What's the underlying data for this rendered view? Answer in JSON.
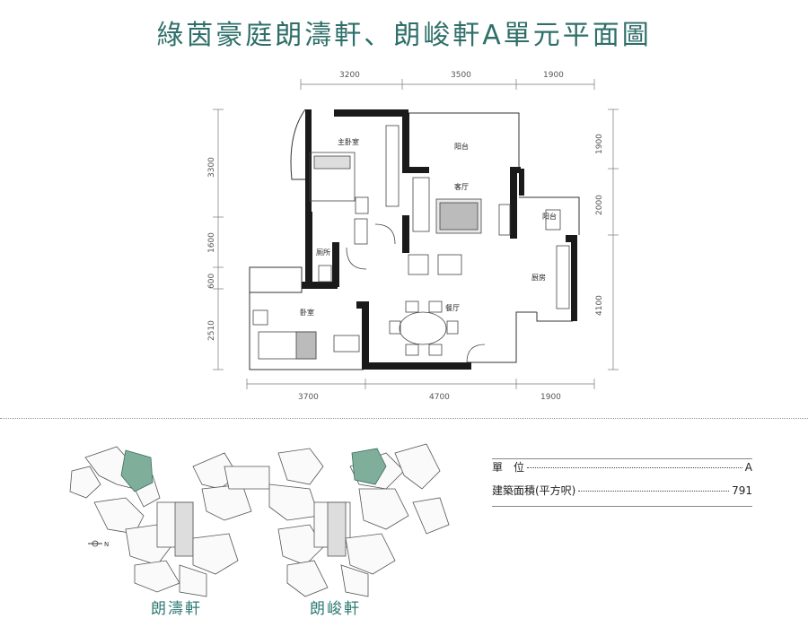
{
  "title": "綠茵豪庭朗濤軒、朗峻軒A單元平面圖",
  "dimensions": {
    "top": [
      "3200",
      "3500",
      "1900"
    ],
    "bottom": [
      "3700",
      "4700",
      "1900"
    ],
    "left": [
      "3300",
      "1600",
      "600",
      "2510"
    ],
    "right": [
      "1900",
      "2000",
      "4100"
    ]
  },
  "rooms": {
    "master_bedroom": "主卧室",
    "balcony_top": "阳台",
    "living_room": "客厅",
    "balcony_side": "阳台",
    "toilet": "厕所",
    "kitchen": "厨房",
    "bedroom": "卧室",
    "dining_room": "餐厅"
  },
  "key_plan": {
    "towers": [
      "朗濤軒",
      "朗峻軒"
    ],
    "highlight_color": "#7fae9a",
    "compass_label": "N"
  },
  "unit_info": {
    "unit_label": "單　位",
    "unit_value": "A",
    "area_label": "建築面積(平方呎)",
    "area_value": "791"
  },
  "colors": {
    "title": "#2f6f6a",
    "wall": "#1a1a1a",
    "accent": "#2f7a74"
  }
}
